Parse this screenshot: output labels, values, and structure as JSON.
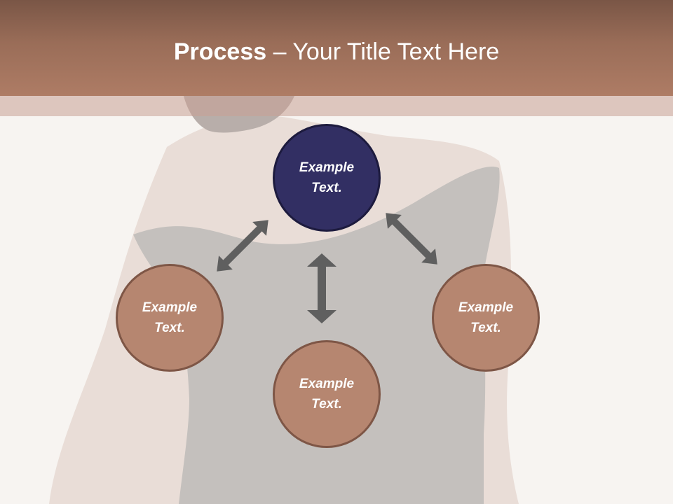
{
  "slide": {
    "title_bold": "Process",
    "title_rest": " – Your Title Text Here"
  },
  "diagram": {
    "nodes": [
      {
        "id": "top",
        "text": "Example\nText."
      },
      {
        "id": "left",
        "text": "Example\nText."
      },
      {
        "id": "bottom",
        "text": "Example\nText."
      },
      {
        "id": "right",
        "text": "Example\nText."
      }
    ]
  },
  "colors": {
    "header": "#a0705a",
    "center_node": "#322f63",
    "outer_node": "#b68670",
    "arrow": "#5f5f5f"
  }
}
